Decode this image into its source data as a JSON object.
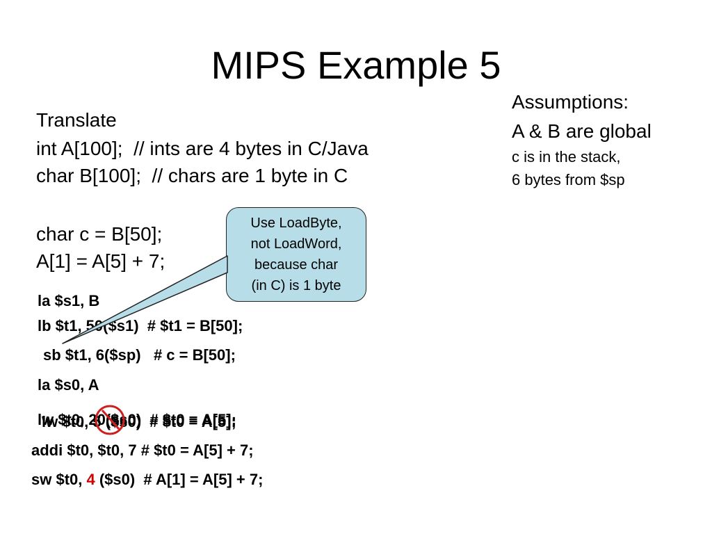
{
  "title": "MIPS Example 5",
  "assumptions": {
    "heading": "Assumptions:",
    "line1": "A & B are global",
    "line2": "c is in the stack,",
    "line3": "6 bytes from $sp"
  },
  "problem": {
    "translate": "Translate",
    "line1": "int A[100];  // ints are 4 bytes in C/Java",
    "line2": "char B[100];  // chars are 1 byte in C",
    "line3": "char c = B[50];",
    "line4": "A[1] = A[5] + 7;"
  },
  "callout": {
    "line1": "Use LoadByte,",
    "line2": "not LoadWord,",
    "line3": "because char",
    "line4": "(in C) is 1 byte"
  },
  "code": {
    "l1": "la $s1, B",
    "l2": "lb $t1, 50($s1)  # $t1 = B[50];",
    "l3": "sb $t1, 6($sp)   # c = B[50];",
    "l4": "la $s0, A",
    "l5a": "lw $t0, 20($s0)  # $t0 = A[5];",
    "l5b": "lw $t0, 5 ($s0)  # $t0 = A[5];",
    "l6": "addi $t0, $t0, 7 # $t0 = A[5] + 7;",
    "l7_pre": "sw $t0, ",
    "l7_red": "4",
    "l7_post": " ($s0)  # A[1] = A[5] + 7;"
  },
  "colors": {
    "callout_fill": "#b7dde8",
    "highlight_red": "#cc0000",
    "circle_red": "#cc1f1f"
  }
}
